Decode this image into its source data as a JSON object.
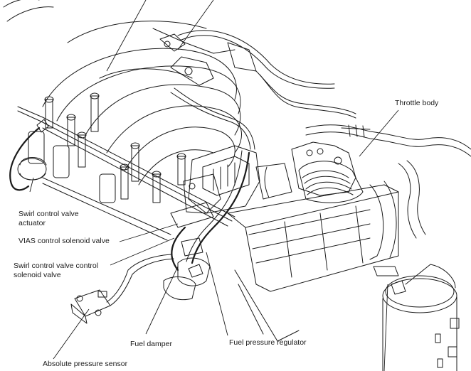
{
  "diagram": {
    "type": "component-location",
    "subject": "engine intake manifold area",
    "line_color": "#1a1a1a",
    "background": "#ffffff",
    "labels": {
      "throttle_body": "Throttle body",
      "swirl_actuator_line1": "Swirl control valve",
      "swirl_actuator_line2": "actuator",
      "vias_solenoid": "VIAS control solenoid valve",
      "swirl_solenoid_line1": "Swirl control valve control",
      "swirl_solenoid_line2": "solenoid valve",
      "fuel_damper": "Fuel damper",
      "fuel_pressure_regulator": "Fuel pressure regulator",
      "absolute_pressure_sensor": "Absolute pressure sensor"
    }
  }
}
